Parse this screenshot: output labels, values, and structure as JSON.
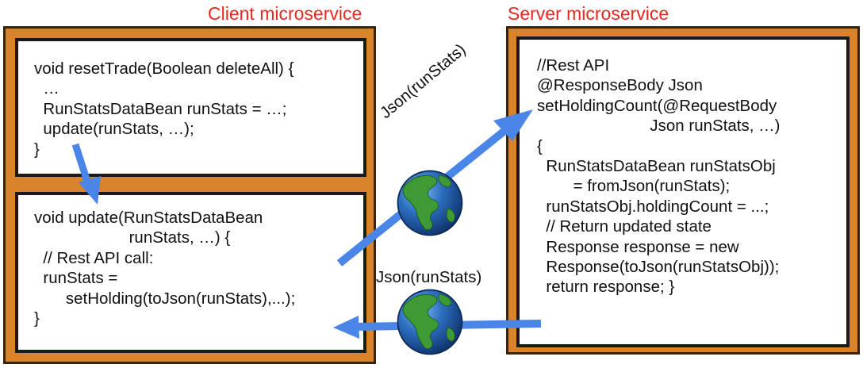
{
  "client": {
    "title": "Client microservice",
    "reset_code": "void resetTrade(Boolean deleteAll) {\n  …\n  RunStatsDataBean runStats = …;\n  update(runStats, …);\n}",
    "update_code": "void update(RunStatsDataBean\n                     runStats, …) {\n  // Rest API call:\n  runStats =\n       setHolding(toJson(runStats),...);\n}"
  },
  "server": {
    "title": "Server microservice",
    "api_code": "//Rest API\n@ResponseBody Json\nsetHoldingCount(@RequestBody\n                         Json runStats, …)\n{\n  RunStatsDataBean runStatsObj\n        = fromJson(runStats);\n  runStatsObj.holdingCount = ...;\n  // Return updated state\n  Response response = new\n  Response(toJson(runStatsObj));\n  return response; }"
  },
  "request": {
    "label": "Json(runStats)"
  },
  "response": {
    "label": "Json(runStats)"
  },
  "colors": {
    "title": "#e8281e",
    "frame": "#d9832b",
    "arrow": "#4a86e8",
    "globe_ocean": "#1f5fa6",
    "globe_land": "#3e9a34"
  },
  "icons": [
    "globe-icon",
    "arrow"
  ]
}
